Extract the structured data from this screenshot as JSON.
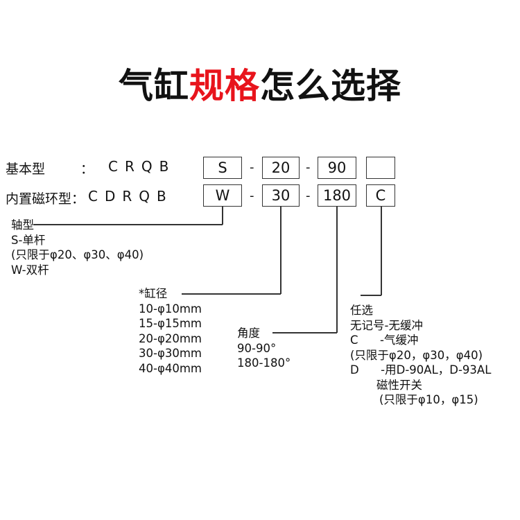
{
  "title": {
    "part1": "气缸",
    "part2": "规格",
    "part3": "怎么选择",
    "accent_color": "#e8141c"
  },
  "rows": [
    {
      "label": "基本型",
      "colon": "：",
      "code": "CRQB",
      "box1": "S",
      "dash1": "-",
      "box2": "20",
      "dash2": "-",
      "box3": "90",
      "box4": ""
    },
    {
      "label": "内置磁环型：",
      "code": "CDRQB",
      "box1": "W",
      "dash1": "-",
      "box2": "30",
      "dash2": "-",
      "box3": "180",
      "box4": "C"
    }
  ],
  "shaft": {
    "lines": [
      "轴型",
      "S-单杆",
      "(只限于φ20、φ30、φ40)",
      "W-双杆"
    ]
  },
  "bore": {
    "lines": [
      "*缸径",
      "10-φ10mm",
      "15-φ15mm",
      "20-φ20mm",
      "30-φ30mm",
      "40-φ40mm"
    ]
  },
  "angle": {
    "lines": [
      "角度",
      "90-90°",
      "180-180°"
    ]
  },
  "option": {
    "lines": [
      "任选",
      "无记号-无缓冲",
      "C      -气缓冲",
      "(只限于φ20，φ30，φ40)",
      "D      -用D-90AL，D-93AL",
      "磁性开关",
      "(只限于φ10，φ15)"
    ]
  }
}
